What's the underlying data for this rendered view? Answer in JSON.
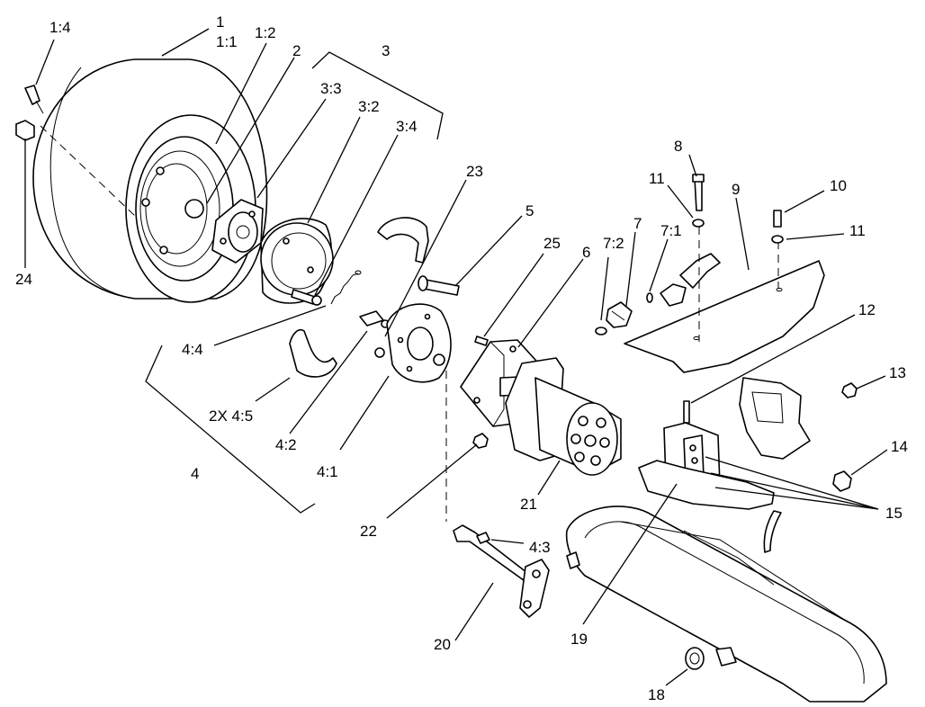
{
  "callouts": [
    {
      "id": "c1",
      "text": "1"
    },
    {
      "id": "c1_1",
      "text": "1:1"
    },
    {
      "id": "c1_2",
      "text": "1:2"
    },
    {
      "id": "c1_4",
      "text": "1:4"
    },
    {
      "id": "c2",
      "text": "2"
    },
    {
      "id": "c3",
      "text": "3"
    },
    {
      "id": "c3_3",
      "text": "3:3"
    },
    {
      "id": "c3_2",
      "text": "3:2"
    },
    {
      "id": "c3_4",
      "text": "3:4"
    },
    {
      "id": "c23",
      "text": "23"
    },
    {
      "id": "c5",
      "text": "5"
    },
    {
      "id": "c25",
      "text": "25"
    },
    {
      "id": "c6",
      "text": "6"
    },
    {
      "id": "c7_2",
      "text": "7:2"
    },
    {
      "id": "c7",
      "text": "7"
    },
    {
      "id": "c7_1",
      "text": "7:1"
    },
    {
      "id": "c8",
      "text": "8"
    },
    {
      "id": "c11a",
      "text": "11"
    },
    {
      "id": "c9",
      "text": "9"
    },
    {
      "id": "c10",
      "text": "10"
    },
    {
      "id": "c11b",
      "text": "11"
    },
    {
      "id": "c12",
      "text": "12"
    },
    {
      "id": "c13",
      "text": "13"
    },
    {
      "id": "c14",
      "text": "14"
    },
    {
      "id": "c15",
      "text": "15"
    },
    {
      "id": "c24",
      "text": "24"
    },
    {
      "id": "c4_4",
      "text": "4:4"
    },
    {
      "id": "c4_5",
      "text": "2X 4:5"
    },
    {
      "id": "c4_2",
      "text": "4:2"
    },
    {
      "id": "c4_1",
      "text": "4:1"
    },
    {
      "id": "c4",
      "text": "4"
    },
    {
      "id": "c22",
      "text": "22"
    },
    {
      "id": "c21",
      "text": "21"
    },
    {
      "id": "c4_3",
      "text": "4:3"
    },
    {
      "id": "c20",
      "text": "20"
    },
    {
      "id": "c19",
      "text": "19"
    },
    {
      "id": "c18",
      "text": "18"
    }
  ]
}
